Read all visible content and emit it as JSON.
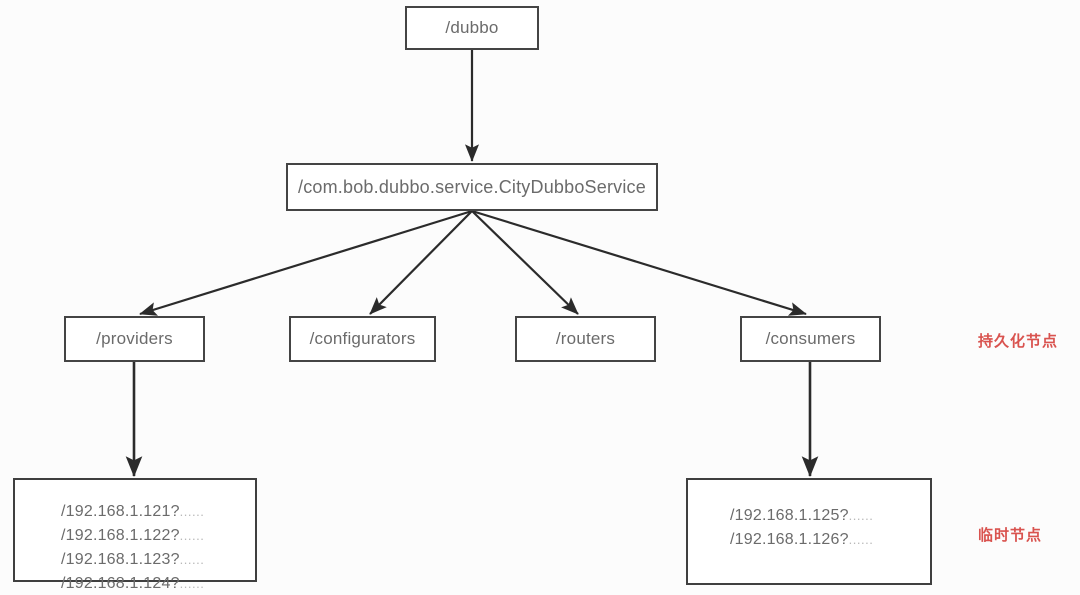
{
  "diagram": {
    "title": "Dubbo ZooKeeper registry node tree",
    "root": {
      "label": "/dubbo"
    },
    "service": {
      "label": "/com.bob.dubbo.service.CityDubboService"
    },
    "categories": [
      {
        "label": "/providers"
      },
      {
        "label": "/configurators"
      },
      {
        "label": "/routers"
      },
      {
        "label": "/consumers"
      }
    ],
    "providers_instances": {
      "lines": [
        {
          "address": "/192.168.1.121?",
          "dots": "......"
        },
        {
          "address": "/192.168.1.122?",
          "dots": "......"
        },
        {
          "address": "/192.168.1.123?",
          "dots": "......"
        },
        {
          "address": "/192.168.1.124?",
          "dots": "......"
        }
      ]
    },
    "consumers_instances": {
      "lines": [
        {
          "address": "/192.168.1.125?",
          "dots": "......"
        },
        {
          "address": "/192.168.1.126?",
          "dots": "......"
        }
      ]
    },
    "annotations": [
      {
        "label": "持久化节点"
      },
      {
        "label": "临时节点"
      }
    ],
    "colors": {
      "annotation": "#d9534f",
      "node_border": "#444444",
      "node_text": "#6b6b6b",
      "edge": "#2b2b2b",
      "background": "#fcfcfc"
    }
  }
}
